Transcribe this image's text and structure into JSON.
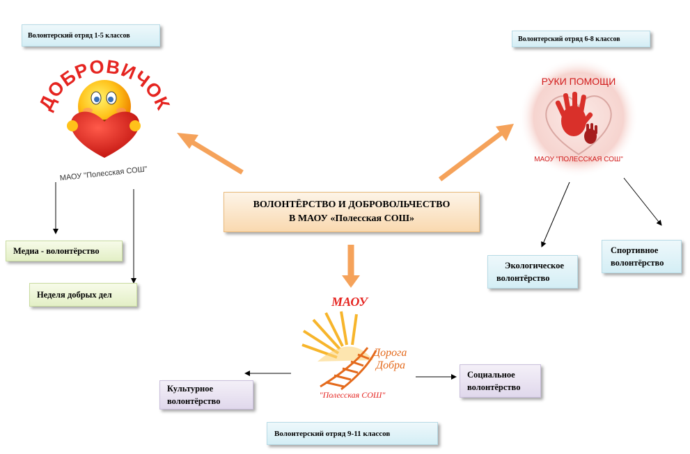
{
  "center": {
    "line1": "ВОЛОНТЁРСТВО И ДОБРОВОЛЬЧЕСТВО",
    "line2": "В МАОУ «Полесская СОШ»"
  },
  "groups": {
    "junior": {
      "label": "Волонтерский отряд 1-5 классов",
      "logo_title": "ДОБРОВИЧОК",
      "logo_caption": "МАОУ \"Полесская СОШ\"",
      "items": [
        "Медиа - волонтёрство",
        "Неделя добрых дел"
      ]
    },
    "middle": {
      "label": "Волонтерский отряд 6-8 классов",
      "logo_title": "РУКИ ПОМОЩИ",
      "logo_caption": "МАОУ \"ПОЛЕССКАЯ СОШ\"",
      "items": [
        {
          "line1": "Экологическое",
          "line2": "волонтёрство"
        },
        {
          "line1": "Спортивное",
          "line2": "волонтёрство"
        }
      ]
    },
    "senior": {
      "label": "Волонтерский отряд 9-11 классов",
      "logo_title": "МАОУ",
      "logo_text1": "Дорога",
      "logo_text2": "Добра",
      "logo_caption": "\"Полесская СОШ\"",
      "items": [
        {
          "line1": "Культурное",
          "line2": "волонтёрство"
        },
        {
          "line1": "Социальное",
          "line2": "волонтёрство"
        }
      ]
    }
  },
  "colors": {
    "arrow": "#f5a25a",
    "accent_red": "#e52420",
    "sun": "#f7b52b"
  }
}
